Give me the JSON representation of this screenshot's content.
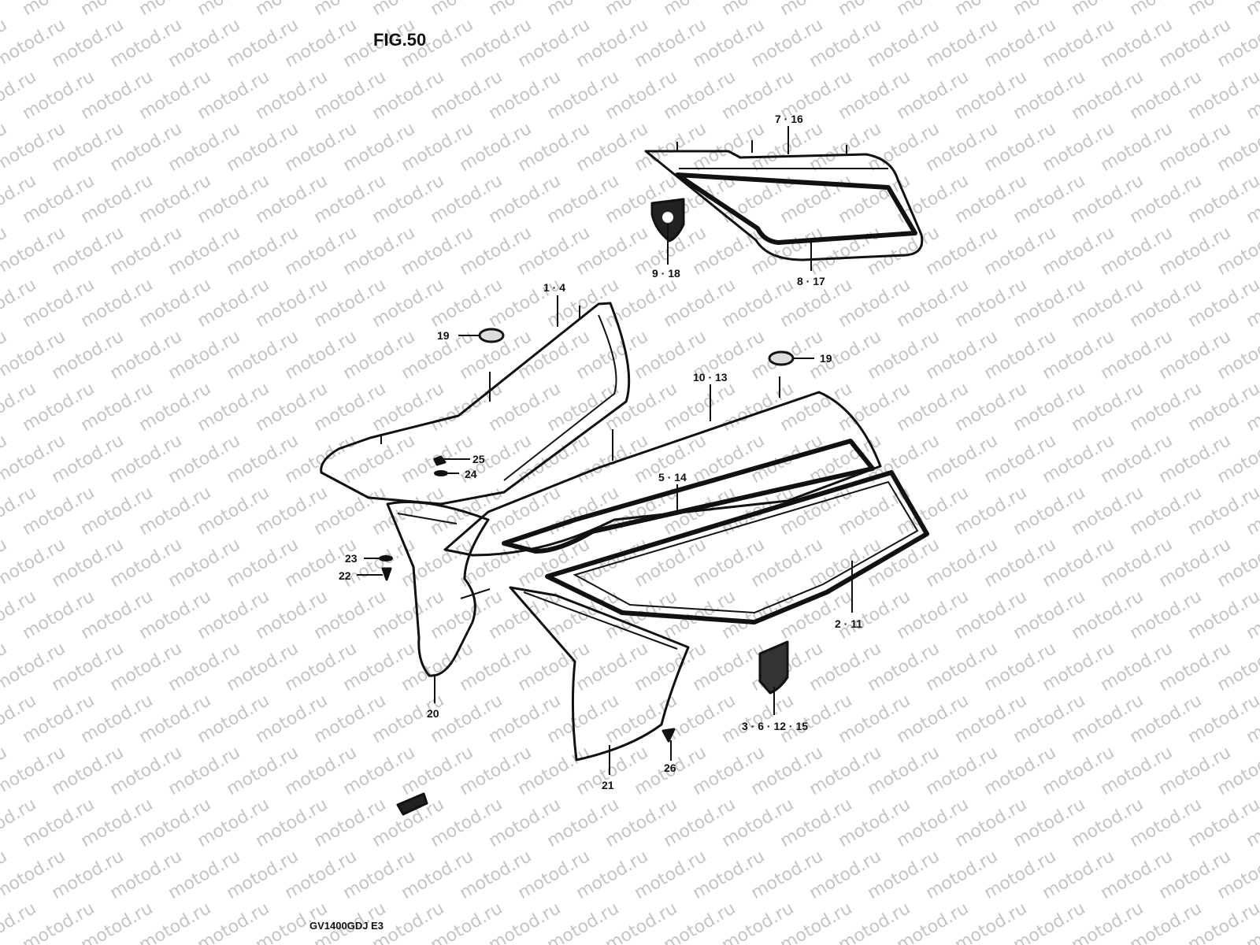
{
  "figure": {
    "title": "FIG.50",
    "model_code": "GV1400GDJ  E3",
    "watermark": "motod.ru"
  },
  "callouts": [
    {
      "id": "c-7-16",
      "label": "7 · 16"
    },
    {
      "id": "c-9-18",
      "label": "9 · 18"
    },
    {
      "id": "c-8-17",
      "label": "8 · 17"
    },
    {
      "id": "c-1-4",
      "label": "1 · 4"
    },
    {
      "id": "c-19a",
      "label": "19"
    },
    {
      "id": "c-19b",
      "label": "19"
    },
    {
      "id": "c-10-13",
      "label": "10 · 13"
    },
    {
      "id": "c-25",
      "label": "25"
    },
    {
      "id": "c-24",
      "label": "24"
    },
    {
      "id": "c-5-14",
      "label": "5 · 14"
    },
    {
      "id": "c-23",
      "label": "23"
    },
    {
      "id": "c-22",
      "label": "22"
    },
    {
      "id": "c-2-11",
      "label": "2 · 11"
    },
    {
      "id": "c-20",
      "label": "20"
    },
    {
      "id": "c-3-6-12-15",
      "label": "3 · 6 · 12 · 15"
    },
    {
      "id": "c-26",
      "label": "26"
    },
    {
      "id": "c-21",
      "label": "21"
    }
  ]
}
